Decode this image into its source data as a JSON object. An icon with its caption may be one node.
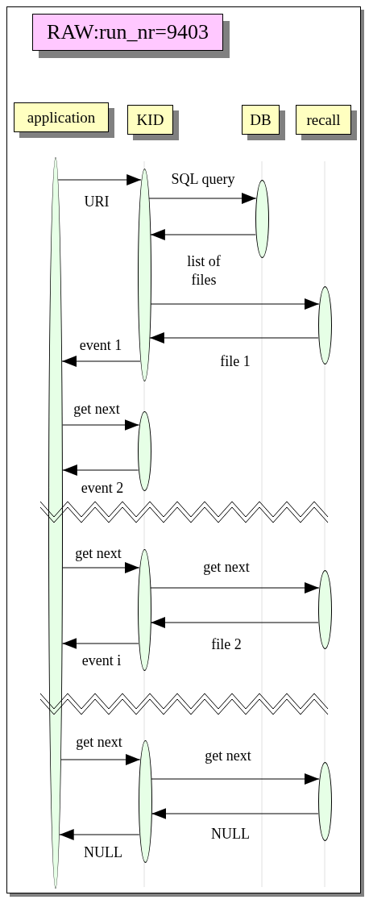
{
  "diagram": {
    "title": "RAW:run_nr=9403",
    "nodes": [
      {
        "text": [
          "application"
        ]
      },
      {
        "text": [
          "KID"
        ]
      },
      {
        "text": [
          "DB"
        ]
      },
      {
        "text": [
          "recall"
        ]
      },
      {
        "text": [],
        "shape": "ellipse"
      },
      {
        "text": [],
        "shape": "ellipse"
      },
      {
        "text": [],
        "shape": "ellipse"
      },
      {
        "text": [],
        "shape": "ellipse"
      },
      {
        "text": [],
        "shape": "ellipse"
      },
      {
        "text": [],
        "shape": "ellipse"
      },
      {
        "text": [],
        "shape": "ellipse"
      },
      {
        "text": [],
        "shape": "ellipse"
      },
      {
        "text": [],
        "shape": "ellipse"
      }
    ],
    "edges": [
      {
        "from": 4,
        "to": 5,
        "arrow": "to",
        "label": "URI"
      },
      {
        "from": 5,
        "to": 6,
        "arrow": "to",
        "label": "SQL query"
      },
      {
        "from": 6,
        "to": 5,
        "arrow": "to",
        "label": "list of files"
      },
      {
        "from": 5,
        "to": 7,
        "arrow": "to"
      },
      {
        "from": 7,
        "to": 5,
        "arrow": "to",
        "label": "file 1"
      },
      {
        "from": 5,
        "to": 4,
        "arrow": "to",
        "label": "event 1"
      },
      {
        "from": 4,
        "to": 8,
        "arrow": "to",
        "label": "get next"
      },
      {
        "from": 8,
        "to": 4,
        "arrow": "to",
        "label": "event 2"
      },
      {
        "from": 4,
        "to": 9,
        "arrow": "to",
        "label": "get next"
      },
      {
        "from": 9,
        "to": 10,
        "arrow": "to",
        "label": "get next"
      },
      {
        "from": 10,
        "to": 9,
        "arrow": "to",
        "label": "file 2"
      },
      {
        "from": 9,
        "to": 4,
        "arrow": "to",
        "label": "event i"
      },
      {
        "from": 4,
        "to": 11,
        "arrow": "to",
        "label": "get next"
      },
      {
        "from": 11,
        "to": 12,
        "arrow": "to",
        "label": "get next"
      },
      {
        "from": 12,
        "to": 11,
        "arrow": "to",
        "label": "NULL"
      },
      {
        "from": 11,
        "to": 4,
        "arrow": "to",
        "label": "NULL"
      }
    ]
  }
}
